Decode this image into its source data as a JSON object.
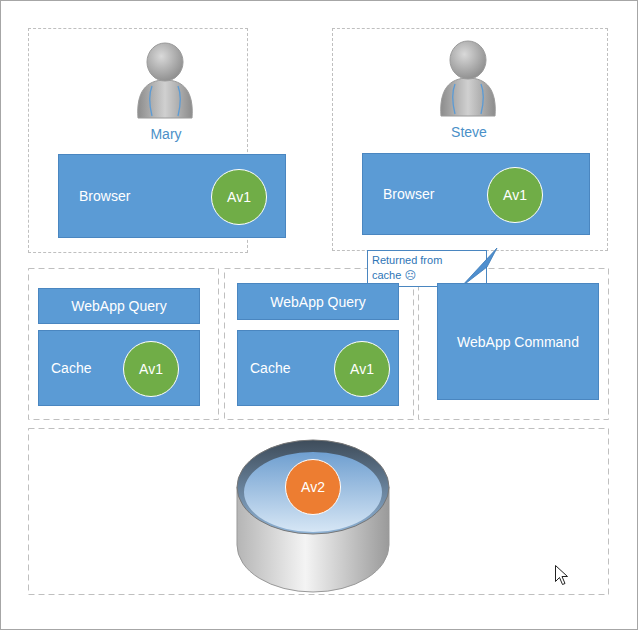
{
  "diagram": {
    "nodes": [
      {
        "text": [
          "Mary"
        ]
      },
      {
        "text": [
          "Browser"
        ],
        "in": 0
      },
      {
        "text": [
          "Av1"
        ],
        "in": 1
      },
      {
        "text": [
          "Steve"
        ]
      },
      {
        "text": [
          "Browser"
        ],
        "in": 3
      },
      {
        "text": [
          "Av1"
        ],
        "in": 4
      },
      {
        "text": [
          "Returned from cache ☹"
        ]
      },
      {
        "text": [
          "WebApp Query"
        ]
      },
      {
        "text": [
          "Cache"
        ]
      },
      {
        "text": [
          "Av1"
        ],
        "in": 8
      },
      {
        "text": [
          "WebApp Query"
        ]
      },
      {
        "text": [
          "Cache"
        ]
      },
      {
        "text": [
          "Av1"
        ],
        "in": 11
      },
      {
        "text": [
          "WebApp Command"
        ]
      },
      {
        "text": [
          "Av2"
        ]
      }
    ],
    "edges": []
  }
}
